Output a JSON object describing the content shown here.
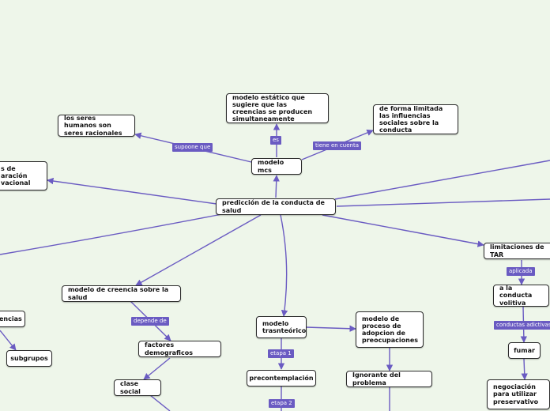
{
  "colors": {
    "background": "#eef6ea",
    "edge": "#6a5bc2",
    "edge_label_bg": "#6a5bc2",
    "node_border": "#2b2b2b"
  },
  "nodes": {
    "root": "predicción de la conducta de salud",
    "modelo_mcs": "modelo mcs",
    "modelo_estatico": "modelo estático que sugiere que las creencias se producen simultaneamente",
    "seres_racionales": "los seres humanos son seres racionales",
    "forma_limitada": "de forma limitada las influencias sociales sobre la conducta",
    "cut_left": "s de\naración\nvacional",
    "creencia_salud": "modelo de creencia sobre la salud",
    "factores_demo": "factores demograficos",
    "clase_social": "clase social",
    "cut_encias": "encias",
    "subgrupos": "subgrupos",
    "transteorico": "modelo\ntrasnteórico",
    "precontemplacion": "precontemplación",
    "proceso_adopcion": "modelo de proceso de adopcion de preocupaciones",
    "ignorante": "Ignorante del problema",
    "limitaciones": "limitaciones de TAR",
    "conducta_volitiva": "a la conducta volitiva",
    "fumar": "fumar",
    "negociacion": "negociación para utilizar preservativo"
  },
  "edge_labels": {
    "es": "es",
    "supone_que": "supoone que",
    "tiene_en_cuenta": "tiene en cuenta",
    "depende_de": "depende de",
    "etapa_1": "etapa 1",
    "etapa_2": "etapa 2",
    "aplicada": "aplicada",
    "conductas_adictivas": "conductas adictivas"
  }
}
